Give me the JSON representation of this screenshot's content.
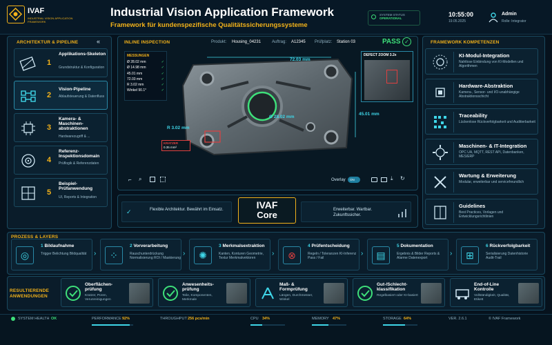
{
  "header": {
    "brand": "IVAF",
    "brand_sub": "INDUSTRIAL VISION APPLICATION FRAMEWORK",
    "title": "Industrial Vision Application Framework",
    "subtitle": "Framework für kundenspezifische Qualitätssicherungssysteme",
    "status_label": "SYSTEM STATUS",
    "status_value": "OPERATIONAL",
    "time": "10:55:00",
    "date": "19.05.2025",
    "user_name": "Admin",
    "user_role": "Rolle: Integrator"
  },
  "left": {
    "title": "ARCHITEKTUR & PIPELINE",
    "items": [
      {
        "num": "1",
        "title": "Applikations-Skeleton",
        "desc": "Grundstruktur & Konfiguration"
      },
      {
        "num": "2",
        "title": "Vision-Pipeline",
        "desc": "Ablaufsteuerung & Datenfluss"
      },
      {
        "num": "3",
        "title": "Kamera- & Maschinen-abstraktionen",
        "desc": "Hardwarezugriff & ..."
      },
      {
        "num": "4",
        "title": "Referenz-Inspektionsdomain",
        "desc": "Prüflogik & Referenzdaten"
      },
      {
        "num": "5",
        "title": "Beispiel-Prüfanwendung",
        "desc": "UI, Reports & Integration"
      }
    ]
  },
  "inspection": {
    "title": "INLINE INSPECTION",
    "product_label": "Produkt:",
    "product": "Housing_04231",
    "order_label": "Auftrag:",
    "order": "A12345",
    "station_label": "Prüfplatz:",
    "station": "Station 03",
    "result": "PASS",
    "measure_title": "MESSUNGEN",
    "measures": [
      "Ø 28.02 mm",
      "Ø 14.98 mm",
      "45.01 mm",
      "72.03 mm",
      "R 3.02 mm",
      "Winkel 90.1°"
    ],
    "dim_top": "72.03 mm",
    "dim_right": "45.01 mm",
    "dim_circle": "Ø 28.02 mm",
    "dim_radius": "R 3.02 mm",
    "defect_label": "KRATZER",
    "defect_value": "0.35 mm²",
    "zoom_label": "DEFECT ZOOM 3.2x",
    "overlay_label": "Overlay",
    "overlay_state": "ON"
  },
  "core": {
    "left_text": "Flexible Architektur. Bewährt im Einsatz.",
    "name": "IVAF",
    "name2": "Core",
    "right_text": "Erweiterbar. Wartbar. Zukunftssicher."
  },
  "right": {
    "title": "FRAMEWORK KOMPETENZEN",
    "items": [
      {
        "title": "KI-Modul-Integration",
        "desc": "Nahtlose Einbindung von KI-Modellen und Algorithmen"
      },
      {
        "title": "Hardware-Abstraktion",
        "desc": "Kamera-, Sensor- und I/O-unabhängige Abstraktionsschicht"
      },
      {
        "title": "Traceability",
        "desc": "Lückenlose Rückverfolgbarkeit und Auditierbarkeit"
      },
      {
        "title": "Maschinen- & IT-Integration",
        "desc": "OPC UA, MQTT, REST API, Datenbanken, MES/ERP"
      },
      {
        "title": "Wartung & Erweiterung",
        "desc": "Modular, erweiterbar und servicefreundlich"
      },
      {
        "title": "Guidelines",
        "desc": "Best Practices, Vorlagen und Entwicklungsrichtlinien"
      }
    ]
  },
  "process": {
    "title": "PROZESS & LAYERS",
    "steps": [
      {
        "num": "1",
        "title": "Bildaufnahme",
        "desc": "Trigger Belichtung Bildqualität"
      },
      {
        "num": "2",
        "title": "Vorverarbeitung",
        "desc": "Rauschunterdrückung Normalisierung ROI / Maskierung"
      },
      {
        "num": "3",
        "title": "Merkmalsextraktion",
        "desc": "Kanten, Konturen Geometrie, Textur Merkmalvektoren"
      },
      {
        "num": "4",
        "title": "Prüfentscheidung",
        "desc": "Regeln / Toleranzen KI-Inferenz Pass / Fail"
      },
      {
        "num": "5",
        "title": "Dokumentation",
        "desc": "Ergebnis & Bilder Reports & Alarme Datenexport"
      },
      {
        "num": "6",
        "title": "Rückverfolgbarkeit",
        "desc": "Serialisierung Datenhistorie Audit-Trail"
      }
    ]
  },
  "apps": {
    "title": "RESULTIERENDE ANWENDUNGEN",
    "items": [
      {
        "title": "Oberflächen-prüfung",
        "desc": "Kratzer, Poren, Verunreinigungen"
      },
      {
        "title": "Anwesenheits-prüfung",
        "desc": "Teile, Komponenten, Merkmale"
      },
      {
        "title": "Maß- & Formprüfung",
        "desc": "Längen, Durchmesser, Winkel"
      },
      {
        "title": "Gut-/Schlecht-klassifikation",
        "desc": "Regelbasiert oder KI-basiert"
      },
      {
        "title": "End-of-Line Kontrolle",
        "desc": "Vollständigkeit, Qualität, Etikett"
      }
    ]
  },
  "footer": {
    "health_label": "SYSTEM HEALTH",
    "health_value": "OK",
    "perf_label": "PERFORMANCE",
    "perf_value": "92%",
    "perf": 0.92,
    "thr_label": "THROUGHPUT",
    "thr_value": "256 pcs/min",
    "cpu_label": "CPU",
    "cpu_value": "34%",
    "cpu": 0.34,
    "mem_label": "MEMORY",
    "mem_value": "47%",
    "mem": 0.47,
    "storage_label": "STORAGE",
    "storage_value": "64%",
    "storage": 0.64,
    "version": "VER. 2.6.1",
    "copyright": "© IVAF Framework"
  }
}
